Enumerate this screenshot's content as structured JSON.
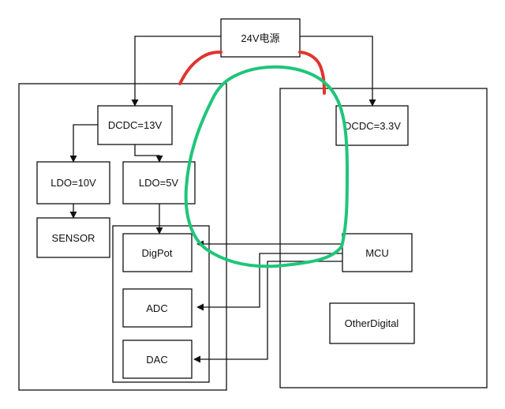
{
  "colors": {
    "stroke": "#111111",
    "red_mark": "#e0342f",
    "green_mark": "#1fc57a",
    "background": "#ffffff"
  },
  "nodes": {
    "power": "24V电源",
    "dcdc13": "DCDC=13V",
    "dcdc33": "DCDC=3.3V",
    "ldo10": "LDO=10V",
    "ldo5": "LDO=5V",
    "sensor": "SENSOR",
    "digpot": "DigPot",
    "adc": "ADC",
    "dac": "DAC",
    "mcu": "MCU",
    "other": "OtherDigital"
  },
  "edges": [
    {
      "from": "power",
      "to": "dcdc13"
    },
    {
      "from": "power",
      "to": "dcdc33"
    },
    {
      "from": "dcdc13",
      "to": "ldo10"
    },
    {
      "from": "dcdc13",
      "to": "ldo5"
    },
    {
      "from": "ldo10",
      "to": "sensor"
    },
    {
      "from": "ldo5",
      "to": "digpot"
    },
    {
      "from": "mcu",
      "to": "digpot"
    },
    {
      "from": "mcu",
      "to": "adc"
    },
    {
      "from": "mcu",
      "to": "dac"
    }
  ]
}
